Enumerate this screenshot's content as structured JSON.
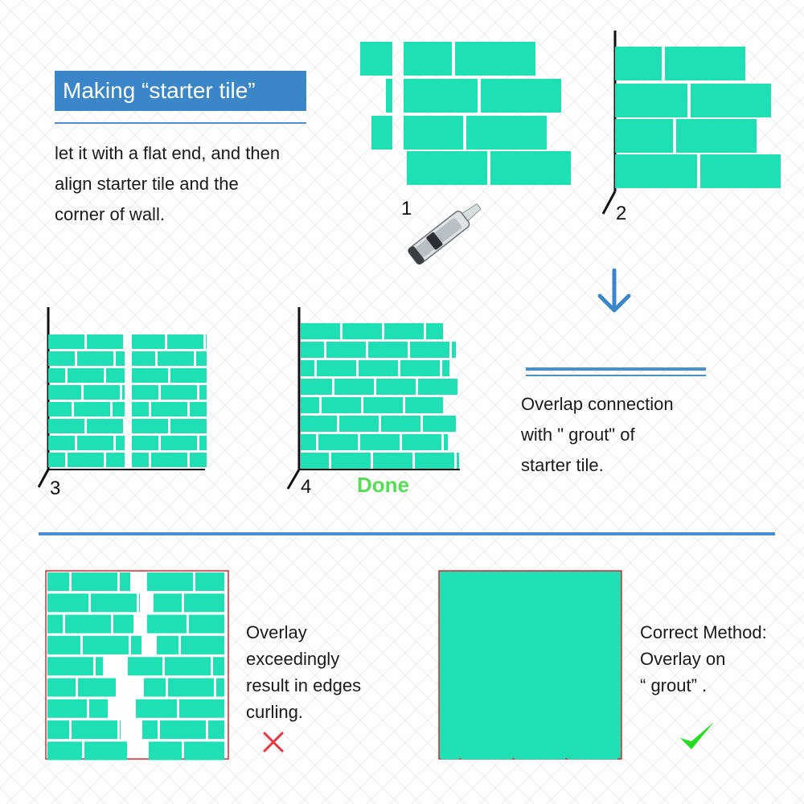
{
  "header": {
    "title": "Making “starter tile”",
    "instructions": [
      "let it with a flat end, and then",
      "align starter tile and the",
      "corner of wall."
    ]
  },
  "steps": [
    {
      "label": "1"
    },
    {
      "label": "2"
    },
    {
      "label": "3"
    },
    {
      "label": "4",
      "status": "Done"
    }
  ],
  "overlap_note": [
    "Overlap connection",
    "with \" grout\" of",
    "starter tile."
  ],
  "comparison": {
    "wrong": {
      "lines": [
        "Overlay",
        "exceedingly",
        "result in edges",
        "curling."
      ],
      "mark": "cross-icon"
    },
    "right": {
      "lines": [
        "Correct Method:",
        "Overlay on",
        "“ grout” ."
      ],
      "mark": "check-icon"
    }
  },
  "colors": {
    "tile": "#1fdfb4",
    "grout": "#e8f4f4",
    "accent_blue": "#3b86c8",
    "done_green": "#55dd55",
    "cross_red": "#e8343c",
    "check_green": "#22dd22"
  }
}
